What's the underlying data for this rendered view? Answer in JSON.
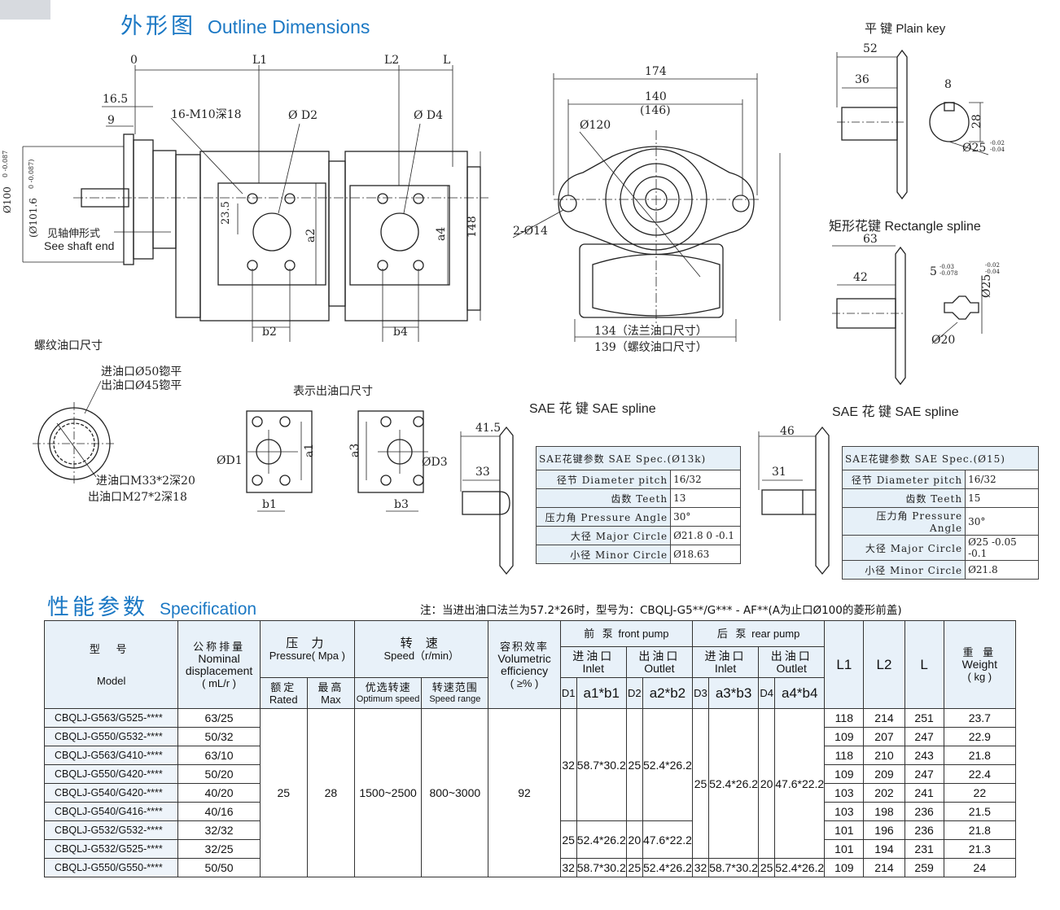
{
  "sections": {
    "outline": {
      "cn": "外形图",
      "en": "Outline Dimensions"
    },
    "spec": {
      "cn": "性能参数",
      "en": "Specification"
    }
  },
  "drawing_labels": {
    "origin": "0",
    "L1": "L1",
    "L2": "L2",
    "L": "L",
    "d165": "16.5",
    "d9": "9",
    "m10": "16-M10深18",
    "D2": "Ø D2",
    "D4": "Ø D4",
    "d100": "Ø100",
    "d100tol": "0 -0.087",
    "d1016": "(Ø101.6",
    "d1016tol": "0 -0.087)",
    "shaft_cn": "见轴伸形式",
    "shaft_en": "See shaft end",
    "d235": "23.5",
    "a2": "a2",
    "a4": "a4",
    "b2": "b2",
    "b4": "b4",
    "d148": "148",
    "d174": "174",
    "d140": "140",
    "d146": "(146)",
    "d120": "Ø120",
    "holes": "2-Ø14",
    "d134": "134（法兰油口尺寸）",
    "d139": "139（螺纹油口尺寸）",
    "thread_title": "螺纹油口尺寸",
    "in_flat": "进油口Ø50锪平",
    "out_flat": "出油口Ø45锪平",
    "in_m33": "进油口M33*2深20",
    "out_m27": "出油口M27*2深18",
    "flange_title": "表示出油口尺寸",
    "D1": "ØD1",
    "a1": "a1",
    "b1": "b1",
    "a3": "a3",
    "D3": "ØD3",
    "b3": "b3",
    "plain_key": "平 键  Plain key",
    "pk52": "52",
    "pk36": "36",
    "pk8": "8",
    "pk28": "28",
    "pk25": "Ø25",
    "pk25tol": "-0.02 -0.04",
    "rect_spline": "矩形花键  Rectangle spline",
    "rs63": "63",
    "rs42": "42",
    "rs5": "5",
    "rs5tol": "-0.03 -0.078",
    "rs25": "Ø25",
    "rs25tol": "-0.02 -0.04",
    "rs20": "Ø20",
    "sae_a": "SAE 花 键  SAE spline",
    "sa415": "41.5",
    "sa33": "33",
    "sae_b": "SAE 花 键  SAE spline",
    "sb46": "46",
    "sb31": "31"
  },
  "sae_table_a": {
    "title": "SAE花键参数 SAE Spec.(Ø13k)",
    "rows": [
      {
        "k": "径节 Diameter pitch",
        "v": "16/32"
      },
      {
        "k": "齿数 Teeth",
        "v": "13"
      },
      {
        "k": "压力角 Pressure Angle",
        "v": "30°"
      },
      {
        "k": "大径 Major Circle",
        "v": "Ø21.8 0 -0.1"
      },
      {
        "k": "小径 Minor Circle",
        "v": "Ø18.63"
      }
    ]
  },
  "sae_table_b": {
    "title": "SAE花键参数 SAE Spec.(Ø15)",
    "rows": [
      {
        "k": "径节 Diameter pitch",
        "v": "16/32"
      },
      {
        "k": "齿数 Teeth",
        "v": "15"
      },
      {
        "k": "压力角 Pressure Angle",
        "v": "30°"
      },
      {
        "k": "大径 Major Circle",
        "v": "Ø25 -0.05 -0.1"
      },
      {
        "k": "小径 Minor Circle",
        "v": "Ø21.8"
      }
    ]
  },
  "note": "注：当进出油口法兰为57.2*26时，型号为：CBQLJ-G5**/G*** - AF**(A为止口Ø100的菱形前盖)",
  "table": {
    "h": {
      "model_cn": "型  号",
      "model_en": "Model",
      "disp_cn": "公称排量",
      "disp_en": "Nominal displacement",
      "disp_unit": "( mL/r )",
      "press_cn": "压 力",
      "press_en": "Pressure( Mpa )",
      "rated_cn": "额定",
      "rated_en": "Rated",
      "max_cn": "最高",
      "max_en": "Max",
      "speed_cn": "转  速",
      "speed_en": "Speed（r/min）",
      "opt_cn": "优选转速",
      "opt_en": "Optimum speed",
      "range_cn": "转速范围",
      "range_en": "Speed range",
      "eff_cn": "容积效率",
      "eff_en": "Volumetric efficiency",
      "eff_unit": "( ≥% )",
      "front_cn": "前 泵",
      "front_en": "front pump",
      "rear_cn": "后 泵",
      "rear_en": "rear pump",
      "inlet_cn": "进油口",
      "inlet_en": "Inlet",
      "outlet_cn": "出油口",
      "outlet_en": "Outlet",
      "D1": "D1",
      "a1b1": "a1*b1",
      "D2": "D2",
      "a2b2": "a2*b2",
      "D3": "D3",
      "a3b3": "a3*b3",
      "D4": "D4",
      "a4b4": "a4*b4",
      "L1": "L1",
      "L2": "L2",
      "L": "L",
      "w_cn": "重 量",
      "w_en": "Weight",
      "w_unit": "( kg )"
    },
    "models": [
      "CBQLJ-G563/G525-****",
      "CBQLJ-G550/G532-****",
      "CBQLJ-G563/G410-****",
      "CBQLJ-G550/G420-****",
      "CBQLJ-G540/G420-****",
      "CBQLJ-G540/G416-****",
      "CBQLJ-G532/G532-****",
      "CBQLJ-G532/G525-****",
      "CBQLJ-G550/G550-****"
    ],
    "disp": [
      "63/25",
      "50/32",
      "63/10",
      "50/20",
      "40/20",
      "40/16",
      "32/32",
      "32/25",
      "50/50"
    ],
    "rated": "25",
    "max": "28",
    "opt": "1500~2500",
    "range": "800~3000",
    "eff": "92",
    "front_a": {
      "D1": "32",
      "a1b1": "58.7*30.2",
      "D2": "25",
      "a2b2": "52.4*26.2"
    },
    "front_b": {
      "D1": "25",
      "a1b1": "52.4*26.2",
      "D2": "20",
      "a2b2": "47.6*22.2"
    },
    "front_c": {
      "D1": "32",
      "a1b1": "58.7*30.2",
      "D2": "25",
      "a2b2": "52.4*26.2"
    },
    "rear_a": {
      "D3": "25",
      "a3b3": "52.4*26.2",
      "D4": "20",
      "a4b4": "47.6*22.2"
    },
    "rear_c": {
      "D3": "32",
      "a3b3": "58.7*30.2",
      "D4": "25",
      "a4b4": "52.4*26.2"
    },
    "L1": [
      "118",
      "109",
      "118",
      "109",
      "103",
      "103",
      "101",
      "101",
      "109"
    ],
    "L2": [
      "214",
      "207",
      "210",
      "209",
      "202",
      "198",
      "196",
      "194",
      "214"
    ],
    "L": [
      "251",
      "247",
      "243",
      "247",
      "241",
      "236",
      "236",
      "231",
      "259"
    ],
    "W": [
      "23.7",
      "22.9",
      "21.8",
      "22.4",
      "22",
      "21.5",
      "21.8",
      "21.3",
      "24"
    ]
  }
}
